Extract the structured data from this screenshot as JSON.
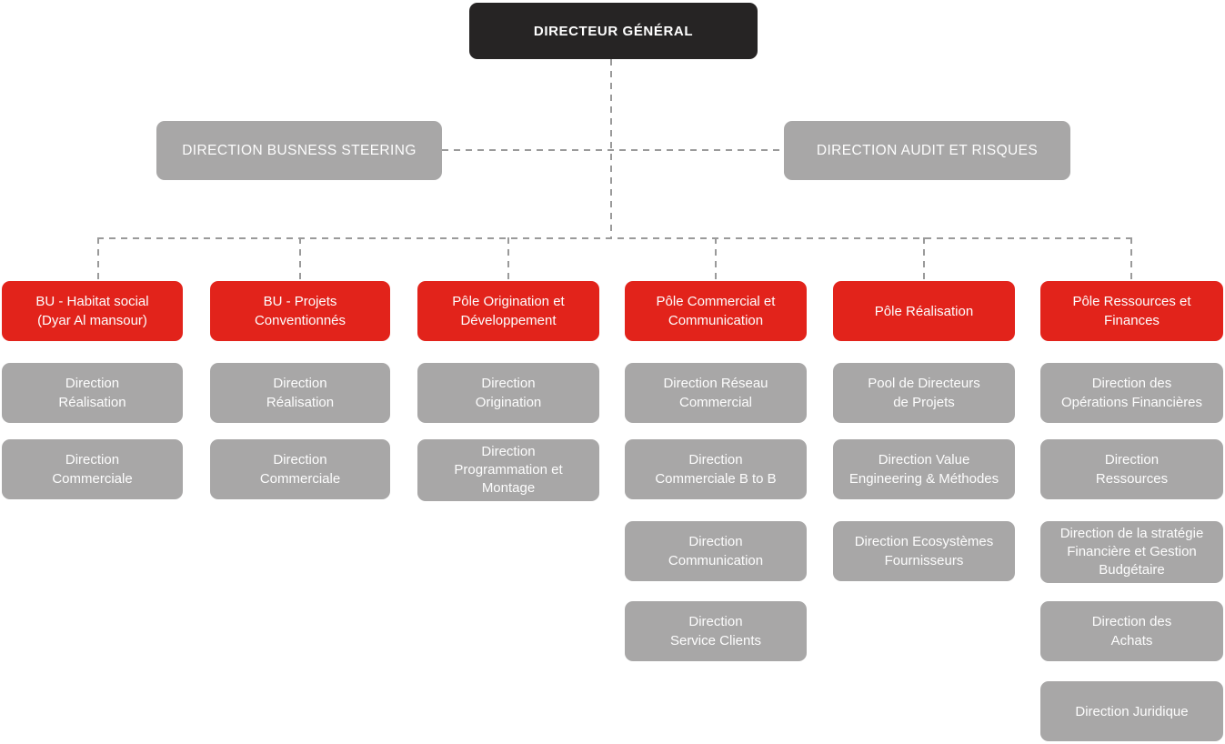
{
  "colors": {
    "accent_red": "#e2231b",
    "root_dark": "#262424",
    "node_gray": "#a8a7a7",
    "line_gray": "#9a9a9a"
  },
  "root": {
    "label": "DIRECTEUR GÉNÉRAL"
  },
  "staff": [
    {
      "label": "DIRECTION BUSNESS STEERING"
    },
    {
      "label": "DIRECTION AUDIT ET RISQUES"
    }
  ],
  "columns": [
    {
      "head": "BU - Habitat social\n(Dyar Al mansour)",
      "children": [
        "Direction\nRéalisation",
        "Direction\nCommerciale"
      ]
    },
    {
      "head": "BU - Projets\nConventionnés",
      "children": [
        "Direction\nRéalisation",
        "Direction\nCommerciale"
      ]
    },
    {
      "head": "Pôle Origination et\nDéveloppement",
      "children": [
        "Direction\nOrigination",
        "Direction\nProgrammation et\nMontage"
      ]
    },
    {
      "head": "Pôle Commercial et\nCommunication",
      "children": [
        "Direction Réseau\nCommercial",
        "Direction\nCommerciale B to B",
        "Direction\nCommunication",
        "Direction\nService Clients"
      ]
    },
    {
      "head": "Pôle Réalisation",
      "children": [
        "Pool de Directeurs\nde Projets",
        "Direction Value\nEngineering & Méthodes",
        "Direction Ecosystèmes\nFournisseurs"
      ]
    },
    {
      "head": "Pôle Ressources et\nFinances",
      "children": [
        "Direction des\nOpérations Financières",
        "Direction\nRessources",
        "Direction de la stratégie\nFinancière et Gestion\nBudgétaire",
        "Direction des\nAchats",
        "Direction Juridique"
      ]
    }
  ]
}
